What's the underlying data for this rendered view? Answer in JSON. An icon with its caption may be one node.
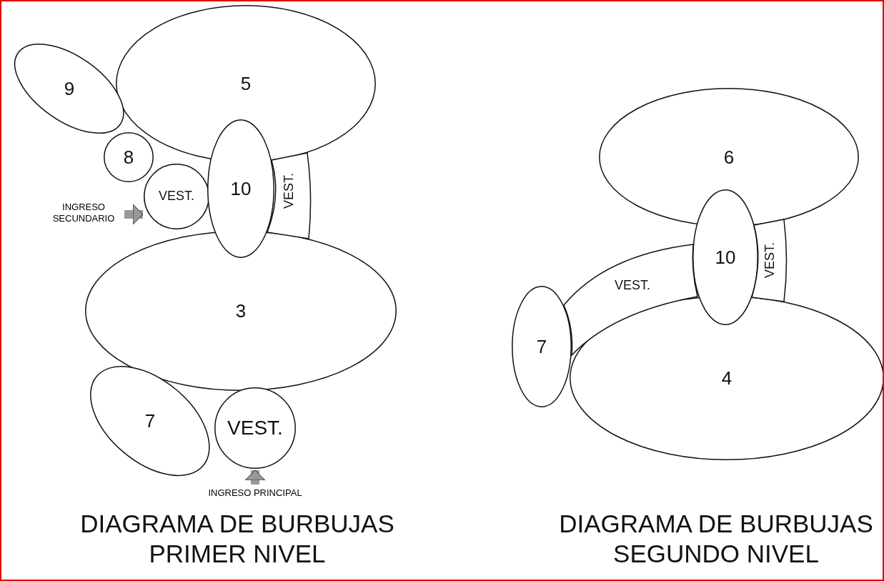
{
  "diagram": {
    "nodes": [
      {
        "text": [
          "9"
        ]
      },
      {
        "text": [
          "5"
        ]
      },
      {
        "text": [
          "8"
        ]
      },
      {
        "text": [
          "VEST."
        ]
      },
      {
        "text": [
          "10"
        ]
      },
      {
        "text": [
          "VEST."
        ]
      },
      {
        "text": [
          "INGRESO SECUNDARIO"
        ]
      },
      {
        "text": [
          "3"
        ]
      },
      {
        "text": [
          "7"
        ]
      },
      {
        "text": [
          "VEST."
        ]
      },
      {
        "text": [
          "INGRESO PRINCIPAL"
        ]
      },
      {
        "text": [
          "6"
        ]
      },
      {
        "text": [
          "10"
        ]
      },
      {
        "text": [
          "VEST."
        ]
      },
      {
        "text": [
          "VEST."
        ]
      },
      {
        "text": [
          "7"
        ]
      },
      {
        "text": [
          "4"
        ]
      }
    ],
    "edges": [
      {
        "from": 6,
        "to": 3,
        "arrow": "to"
      },
      {
        "from": 10,
        "to": 9,
        "arrow": "to"
      }
    ],
    "labels": [
      "DIAGRAMA DE BURBUJAS PRIMER NIVEL",
      "DIAGRAMA DE BURBUJAS SEGUNDO NIVEL"
    ]
  }
}
